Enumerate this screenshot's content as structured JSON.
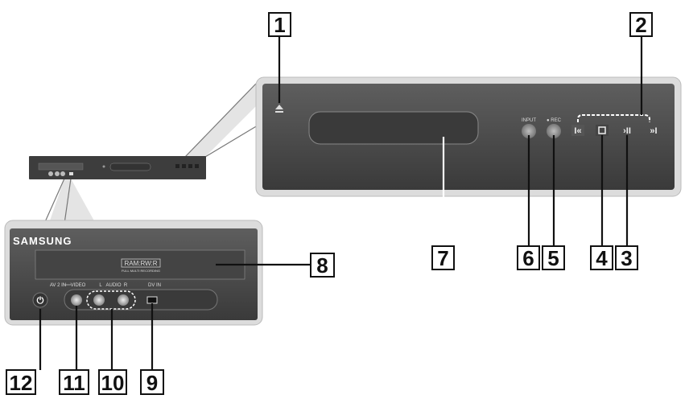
{
  "brand": "SAMSUNG",
  "disc_logo": "RAM:RW:R",
  "disc_logo_sub": "FULL MULTI RECORDING",
  "front_panel_labels": {
    "av2in": "AV 2 IN",
    "video": "VIDEO",
    "audio_l": "L",
    "audio": "AUDIO",
    "audio_r": "R",
    "dv_in": "DV IN",
    "input": "INPUT",
    "rec": "● REC"
  },
  "callouts": [
    "1",
    "2",
    "3",
    "4",
    "5",
    "6",
    "7",
    "8",
    "9",
    "10",
    "11",
    "12"
  ],
  "icons": {
    "eject": "eject-icon",
    "skip_back": "skip-back-icon",
    "stop": "stop-icon",
    "play_pause": "play-pause-icon",
    "skip_forward": "skip-forward-icon",
    "power": "power-icon"
  },
  "colors": {
    "panel_dark": "#4a4a4a",
    "panel_border": "#d8d8d8",
    "callout_text": "#111111"
  }
}
